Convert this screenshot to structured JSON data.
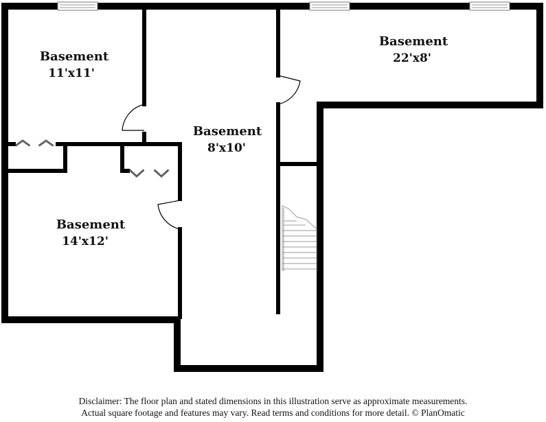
{
  "rooms": [
    {
      "id": "a",
      "name": "Basement",
      "dimensions": "11'x11'"
    },
    {
      "id": "b",
      "name": "Basement",
      "dimensions": "22'x8'"
    },
    {
      "id": "c",
      "name": "Basement",
      "dimensions": "8'x10'"
    },
    {
      "id": "d",
      "name": "Basement",
      "dimensions": "14'x12'"
    }
  ],
  "disclaimer": {
    "line1": "Disclaimer: The floor plan and stated dimensions in this illustration serve as approximate measurements.",
    "line2": "Actual square footage and features may vary. Read terms and conditions for more detail. © PlanOmatic"
  },
  "colors": {
    "wall": "#000000",
    "fixture": "#9a9a9a",
    "background": "#ffffff"
  }
}
